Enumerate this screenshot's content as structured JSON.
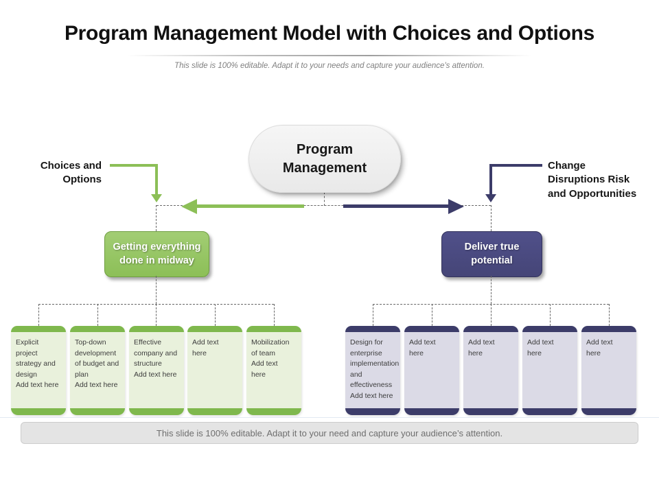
{
  "title": "Program Management Model with Choices and Options",
  "subtitle": "This slide is 100% editable. Adapt it to your needs and capture your audience's attention.",
  "center_node": {
    "label": "Program\nManagement"
  },
  "left_branch": {
    "label": "Choices and\nOptions",
    "node": "Getting everything\ndone in midway",
    "children": [
      {
        "text": "Explicit project\nstrategy and\ndesign\nAdd text here"
      },
      {
        "text": "Top-down\ndevelopment\nof budget and\nplan\nAdd text here"
      },
      {
        "text": "Effective\ncompany and\nstructure\nAdd text here"
      },
      {
        "text": "Add text\nhere"
      },
      {
        "text": "Mobilization\nof team\nAdd text\nhere"
      }
    ]
  },
  "right_branch": {
    "label": "Change\nDisruptions Risk\nand Opportunities",
    "node": "Deliver true\npotential",
    "children": [
      {
        "text": "Design for\nenterprise\nimplementation\nand\neffectiveness\nAdd text here"
      },
      {
        "text": "Add text\nhere"
      },
      {
        "text": "Add text\nhere"
      },
      {
        "text": "Add text\nhere"
      },
      {
        "text": "Add text\nhere"
      }
    ]
  },
  "footer": "This slide is 100% editable. Adapt it to your need and capture your audience’s attention.",
  "colors": {
    "green": "#8CBF57",
    "green-cap": "#7FB84D",
    "green-light": "#E9F1DC",
    "navy": "#454577",
    "navy-cap": "#3C3C69",
    "lavender-light": "#DBDAE6",
    "footer-bg": "#E4E4E4",
    "dash": "#666666"
  }
}
